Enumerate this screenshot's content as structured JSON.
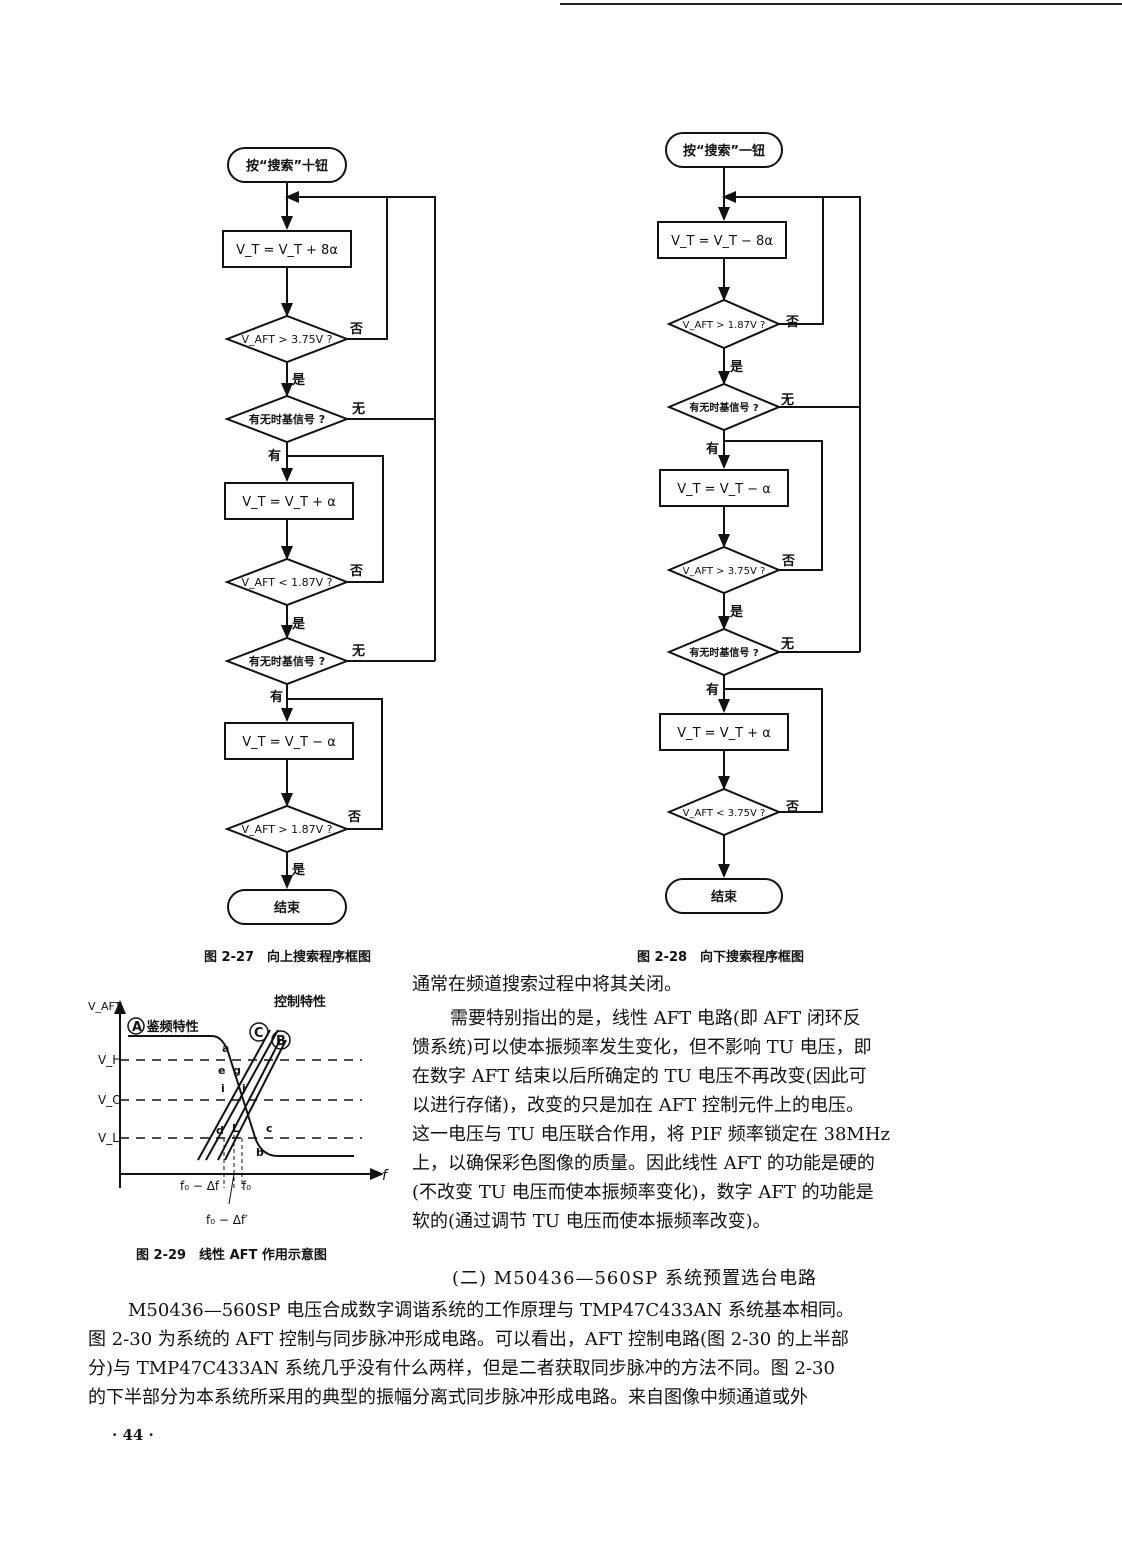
{
  "fig27": {
    "caption": "图 2-27　向上搜索程序框图",
    "start": "按“搜索”十钮",
    "box1": "V_T = V_T + 8α",
    "d1": "V_AFT > 3.75V ?",
    "d2": "有无时基信号 ?",
    "box2": "V_T = V_T + α",
    "d3": "V_AFT < 1.87V ?",
    "d4": "有无时基信号 ?",
    "box3": "V_T = V_T − α",
    "d5": "V_AFT > 1.87V ?",
    "end": "结束",
    "no": "否",
    "yes": "是",
    "none": "无",
    "have": "有"
  },
  "fig28": {
    "caption": "图 2-28　向下搜索程序框图",
    "start": "按“搜索”一钮",
    "box1": "V_T = V_T − 8α",
    "d1": "V_AFT > 1.87V ?",
    "d2": "有无时基信号 ?",
    "box2": "V_T = V_T − α",
    "d3": "V_AFT > 3.75V ?",
    "d4": "有无时基信号 ?",
    "box3": "V_T = V_T + α",
    "d5": "V_AFT < 3.75V ?",
    "end": "结束"
  },
  "fig29": {
    "caption": "图 2-29　线性 AFT 作用示意图",
    "y_axis": "V_AFT",
    "x_axis": "f",
    "title": "控制特性",
    "curve_a": "A 鉴频特性",
    "label_c": "C",
    "label_b": "B",
    "vh": "V_H",
    "vo": "V_O",
    "vl": "V_L",
    "f0_minus_df": "f₀ − Δf",
    "f0": "f₀",
    "f0_minus_dfp": "f₀ − Δf′"
  },
  "text": {
    "line1": "通常在频道搜索过程中将其关闭。",
    "para2": [
      "需要特别指出的是，线性 AFT 电路(即 AFT 闭环反",
      "馈系统)可以使本振频率发生变化，但不影响 TU 电压，即",
      "在数字 AFT 结束以后所确定的 TU 电压不再改变(因此可",
      "以进行存储)，改变的只是加在 AFT 控制元件上的电压。",
      "这一电压与 TU 电压联合作用，将 PIF 频率锁定在 38MHz",
      "上，以确保彩色图像的质量。因此线性 AFT 的功能是硬的",
      "(不改变 TU 电压而使本振频率变化)，数字 AFT 的功能是",
      "软的(通过调节 TU 电压而使本振频率改变)。"
    ],
    "heading": "(二) M50436—560SP 系统预置选台电路",
    "para3": [
      "M50436—560SP 电压合成数字调谐系统的工作原理与 TMP47C433AN 系统基本相同。",
      "图 2-30 为系统的 AFT 控制与同步脉冲形成电路。可以看出，AFT 控制电路(图 2-30 的上半部",
      "分)与 TMP47C433AN 系统几乎没有什么两样，但是二者获取同步脉冲的方法不同。图 2-30",
      "的下半部分为本系统所采用的典型的振幅分离式同步脉冲形成电路。来自图像中频通道或外"
    ],
    "page_number": "· 44 ·"
  }
}
